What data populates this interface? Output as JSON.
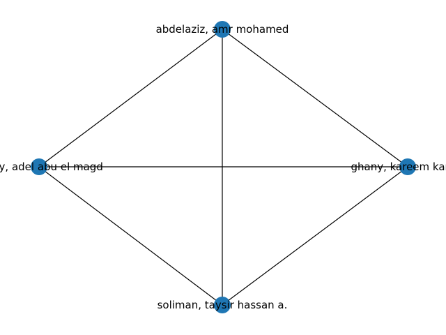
{
  "graph": {
    "node_color": "#1f77b4",
    "edge_color": "#000000",
    "nodes": [
      {
        "id": "n0",
        "label": "abdelaziz, amr mohamed"
      },
      {
        "id": "n1",
        "label": "ghany, kareem kamal"
      },
      {
        "id": "n2",
        "label": "soliman, taysir hassan a."
      },
      {
        "id": "n3",
        "label": "badry, adel abu el magd"
      }
    ],
    "edges": [
      [
        "n0",
        "n1"
      ],
      [
        "n0",
        "n2"
      ],
      [
        "n0",
        "n3"
      ],
      [
        "n1",
        "n2"
      ],
      [
        "n1",
        "n3"
      ],
      [
        "n2",
        "n3"
      ]
    ]
  }
}
